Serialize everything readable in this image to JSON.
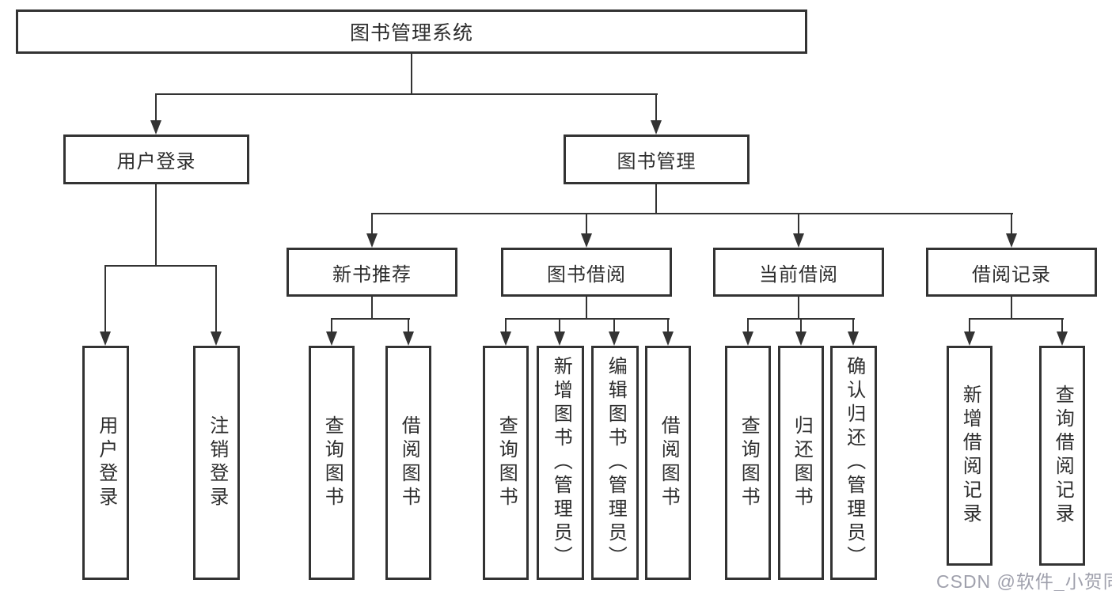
{
  "diagram": {
    "root": {
      "label": "图书管理系统"
    },
    "level2": {
      "user_login": {
        "label": "用户登录"
      },
      "book_mgmt": {
        "label": "图书管理"
      }
    },
    "level3": {
      "new_books": {
        "label": "新书推荐"
      },
      "borrow": {
        "label": "图书借阅"
      },
      "current": {
        "label": "当前借阅"
      },
      "records": {
        "label": "借阅记录"
      }
    },
    "level4": {
      "user_login": [
        {
          "label": "用户登录"
        },
        {
          "label": "注销登录"
        }
      ],
      "new_books": [
        {
          "label": "查询图书"
        },
        {
          "label": "借阅图书"
        }
      ],
      "borrow": [
        {
          "label": "查询图书"
        },
        {
          "label": "新增图书（管理员）"
        },
        {
          "label": "编辑图书（管理员）"
        },
        {
          "label": "借阅图书"
        }
      ],
      "current": [
        {
          "label": "查询图书"
        },
        {
          "label": "归还图书"
        },
        {
          "label": "确认归还（管理员）"
        }
      ],
      "records": [
        {
          "label": "新增借阅记录"
        },
        {
          "label": "查询借阅记录"
        }
      ]
    }
  },
  "watermark": {
    "text": "CSDN @软件_小贺同学"
  },
  "colors": {
    "line": "#333333",
    "box_border": "#333333",
    "text": "#2d2d2d",
    "watermark": "#9fa0ac",
    "background": "#ffffff"
  }
}
